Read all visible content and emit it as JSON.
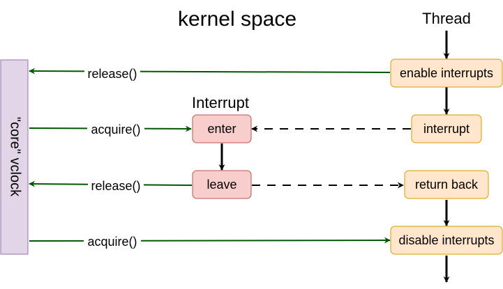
{
  "title": "kernel space",
  "thread_label": "Thread",
  "interrupt_label": "Interrupt",
  "vclock_label": "\"core\" vclock",
  "nodes": {
    "enable_interrupts": "enable interrupts",
    "interrupt": "interrupt",
    "return_back": "return back",
    "disable_interrupts": "disable interrupts",
    "enter": "enter",
    "leave": "leave"
  },
  "edge_labels": {
    "release_1": "release()",
    "acquire_1": "acquire()",
    "release_2": "release()",
    "acquire_2": "acquire()"
  },
  "colors": {
    "thread_fill": "#ffe6cc",
    "thread_stroke": "#d79b00",
    "interrupt_fill": "#f8cecc",
    "interrupt_stroke": "#b85450",
    "vclock_fill": "#e1d5e7",
    "vclock_stroke": "#9673a6",
    "green": "#005700",
    "black": "#000000"
  }
}
